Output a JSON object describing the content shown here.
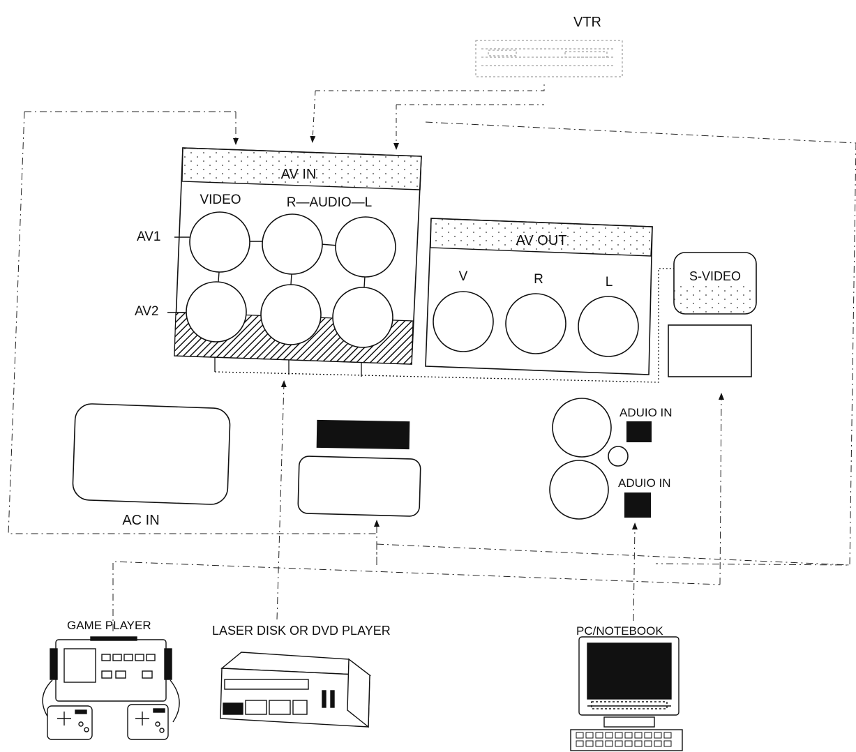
{
  "labels": {
    "vtr": "VTR",
    "av_in": "AV IN",
    "video": "VIDEO",
    "audio": "R—AUDIO—L",
    "av1": "AV1",
    "av2": "AV2",
    "av_out": "AV OUT",
    "out_v": "V",
    "out_r": "R",
    "out_l": "L",
    "s_video": "S-VIDEO",
    "ac_in": "AC IN",
    "audio_in_1": "ADUIO IN",
    "audio_in_2": "ADUIO IN",
    "game_player": "GAME PLAYER",
    "laser_disk": "LASER DISK OR DVD PLAYER",
    "pc_notebook": "PC/NOTEBOOK"
  },
  "colors": {
    "line": "#111111",
    "background": "#ffffff",
    "block": "#111111"
  },
  "icons": {
    "vtr": "vtr-device-icon",
    "game": "game-console-icon",
    "dvd": "dvd-player-icon",
    "pc": "pc-monitor-icon"
  }
}
